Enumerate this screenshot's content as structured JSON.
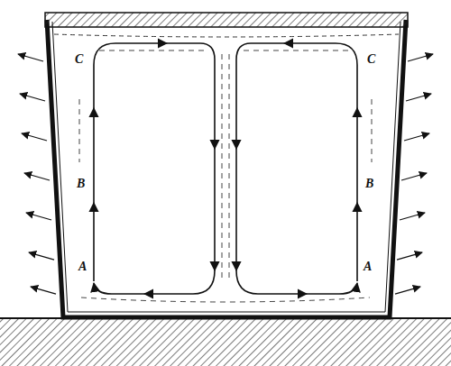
{
  "diagram": {
    "labels": [
      "C",
      "C",
      "B",
      "B",
      "A",
      "A"
    ]
  }
}
